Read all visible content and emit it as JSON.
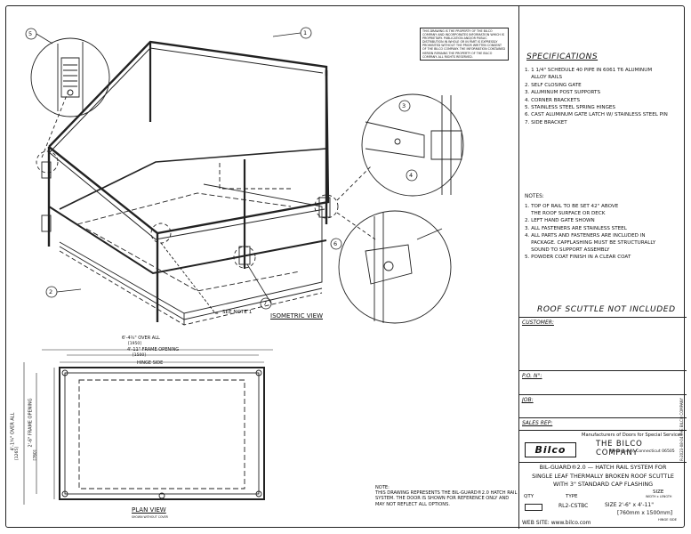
{
  "proprietary_notice": "THIS DRAWING IS THE PROPERTY OF THE BILCO COMPANY AND INCORPORATES INFORMATION WHICH IS PROPRIETARY. PUBLICATION AND/OR PUBLIC DISTRIBUTION IN WHOLE OR IN PART IS EXPRESSLY PROHIBITED WITHOUT THE PRIOR WRITTEN CONSENT OF THE BILCO COMPANY. THE INFORMATION CONTAINED HEREIN REMAINS THE PROPERTY OF THE BILCO COMPANY. ALL RIGHTS RESERVED.",
  "specifications": {
    "title": "SPECIFICATIONS",
    "items": [
      "1. 1 1/4\" SCHEDULE 40 PIPE IN 6061 T6 ALUMINUM",
      "    ALLOY RAILS",
      "2. SELF CLOSING GATE",
      "3. ALUMINUM POST SUPPORTS",
      "4. CORNER BRACKETS",
      "5. STAINLESS STEEL SPRING HINGES",
      "6. CAST ALUMINUM GATE LATCH W/ STAINLESS STEEL PIN",
      "7. SIDE BRACKET"
    ]
  },
  "notes": {
    "title": "NOTES:",
    "items": [
      "1. TOP OF RAIL TO BE SET 42\" ABOVE",
      "    THE ROOF SURFACE OR DECK",
      "2. LEFT HAND GATE SHOWN",
      "3. ALL FASTENERS ARE STAINLESS STEEL",
      "4. ALL PARTS AND FASTENERS ARE INCLUDED IN",
      "    PACKAGE. CAPFLASHING MUST BE STRUCTURALLY",
      "    SOUND TO SUPPORT ASSEMBLY",
      "5. POWDER COAT FINISH IN A CLEAR COAT"
    ]
  },
  "roof_scuttle_note": "ROOF SCUTTLE NOT INCLUDED",
  "fields": {
    "customer": "CUSTOMER:",
    "po": "P.O. N°:",
    "job": "JOB:",
    "sales_rep": "SALES REP:"
  },
  "manufacturer": {
    "tagline": "Manufacturers of Doors for Special Services",
    "logo": "Bilco",
    "company": "THE BILCO COMPANY",
    "address": "New Haven, Connecticut 06505"
  },
  "product": {
    "line1": "BIL-GUARD®2.0 — HATCH RAIL SYSTEM FOR",
    "line2": "SINGLE LEAF THERMALLY BROKEN ROOF SCUTTLE",
    "line3": "WITH 3\" STANDARD CAP FLASHING",
    "size_header": "SIZE",
    "size_sub": "WIDTH x LENGTH",
    "qty_header": "QTY",
    "type_header": "TYPE",
    "type": "RL2-CSTBC",
    "size_imperial": "SIZE 2'-6\" x 4'-11\"",
    "size_metric": "[760mm x 1500mm]",
    "hinge": "HINGE SIDE",
    "website": "WEB SITE: www.bilco.com"
  },
  "drawing_labels": {
    "see_note": "SEE NOTE 1",
    "isometric": "ISOMETRIC VIEW",
    "plan": "PLAN VIEW",
    "plan_sub": "SHOWN WITHOUT COVER",
    "overall_w": "6'-4¾\" OVER ALL",
    "overall_w_mm": "[1950]",
    "frame_w": "4'-11\" FRAME OPENING",
    "frame_w_mm": "[1500]",
    "hinge_side": "HINGE SIDE",
    "overall_h": "4'-1¾\" OVER ALL",
    "overall_h_mm": "[1265]",
    "frame_h": "2'-6\" FRAME OPENING",
    "frame_h_mm": "[760]",
    "callouts": [
      "1",
      "2",
      "3",
      "4",
      "5",
      "6",
      "7"
    ]
  },
  "drawing_note": "NOTE:\nTHIS DRAWING REPRESENTS THE BIL-GUARD®2.0 HATCH RAIL SYSTEM. THE DOOR IS SHOWN FOR REFERENCE ONLY AND MAY NOT REFLECT ALL OPTIONS.",
  "revision": "R-2023-08-04 THE BILCO COMPANY"
}
